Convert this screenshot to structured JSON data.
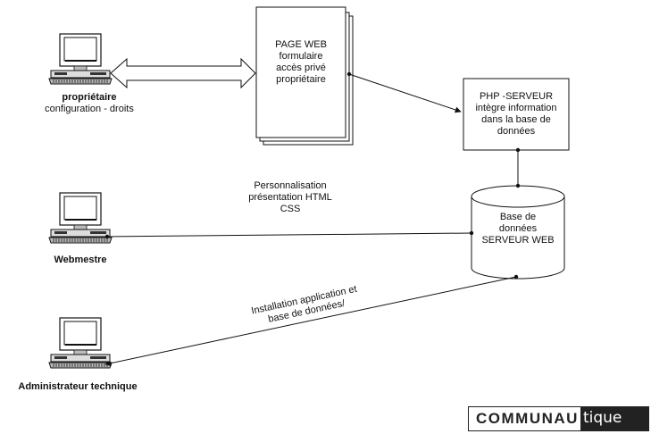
{
  "computers": [
    {
      "name": "propriétaire",
      "subtitle": "configuration - droits"
    },
    {
      "name": "Webmestre"
    },
    {
      "name": "Administrateur technique"
    }
  ],
  "page_web": {
    "lines": [
      "PAGE WEB",
      "formulaire",
      "accès privé",
      "propriétaire"
    ]
  },
  "php_server": {
    "lines": [
      "PHP -SERVEUR",
      "intègre information",
      "dans la base de",
      "données"
    ]
  },
  "database": {
    "lines": [
      "Base de",
      "données",
      "SERVEUR WEB"
    ]
  },
  "labels": {
    "personnalisation": [
      "Personnalisation",
      "présentation  HTML",
      "CSS"
    ],
    "installation": [
      "Installation  application et",
      "base de données/"
    ]
  },
  "logo": {
    "part1": "COMMUNAU",
    "part2": "tique"
  }
}
